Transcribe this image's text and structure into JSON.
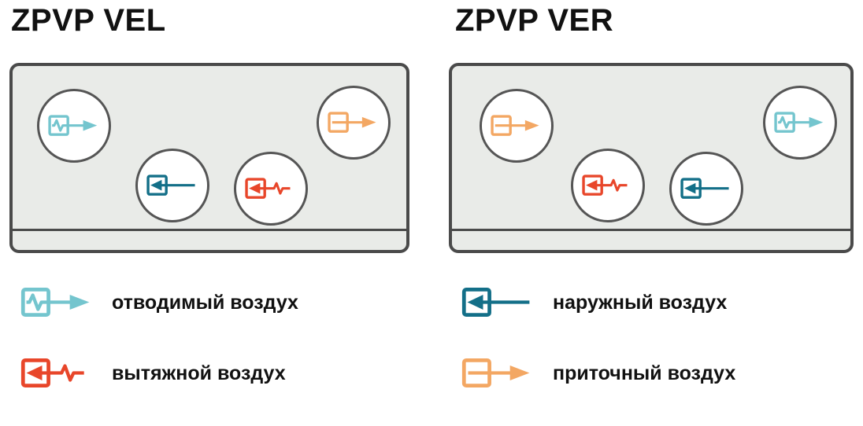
{
  "units": {
    "left": {
      "title": "ZPVP VEL"
    },
    "right": {
      "title": "ZPVP VER"
    }
  },
  "legend": {
    "items": [
      {
        "name": "exhaust-air",
        "label": "отводимый воздух"
      },
      {
        "name": "extract-air",
        "label": "вытяжной воздух"
      },
      {
        "name": "outside-air",
        "label": "наружный воздух"
      },
      {
        "name": "supply-air",
        "label": "приточный воздух"
      }
    ]
  },
  "colors": {
    "exhaust": "#74c5ce",
    "extract": "#e8462a",
    "outside": "#136f88",
    "supply": "#f3a763",
    "panel_fill": "#e9ebe8",
    "panel_border": "#4a4a4a",
    "circle_border": "#555555",
    "text": "#111111"
  }
}
